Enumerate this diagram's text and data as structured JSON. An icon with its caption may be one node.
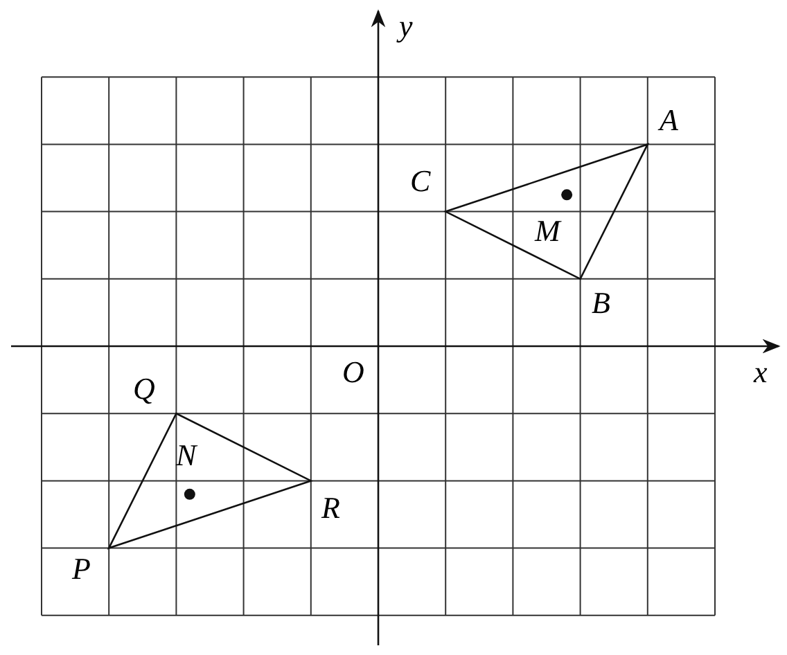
{
  "diagram": {
    "labels": [
      "y",
      "A",
      "C",
      "M",
      "B",
      "x",
      "O",
      "Q",
      "N",
      "R",
      "P"
    ]
  }
}
